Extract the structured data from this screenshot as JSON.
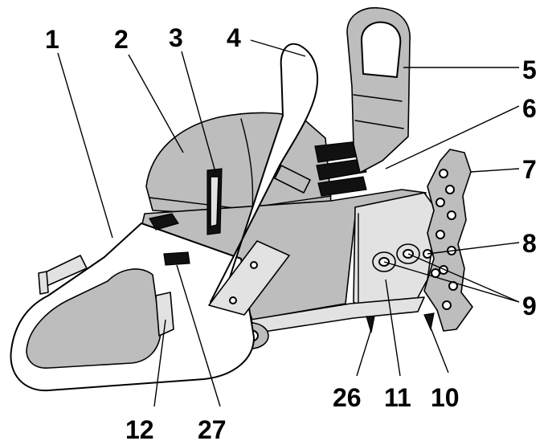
{
  "labels": [
    {
      "id": "1",
      "text": "1"
    },
    {
      "id": "2",
      "text": "2"
    },
    {
      "id": "3",
      "text": "3"
    },
    {
      "id": "4",
      "text": "4"
    },
    {
      "id": "5",
      "text": "5"
    },
    {
      "id": "6",
      "text": "6"
    },
    {
      "id": "7",
      "text": "7"
    },
    {
      "id": "8",
      "text": "8"
    },
    {
      "id": "9",
      "text": "9"
    },
    {
      "id": "10",
      "text": "10"
    },
    {
      "id": "11",
      "text": "11"
    },
    {
      "id": "12",
      "text": "12"
    },
    {
      "id": "26",
      "text": "26"
    },
    {
      "id": "27",
      "text": "27"
    }
  ],
  "icons": [
    "chainsaw-illustration"
  ]
}
